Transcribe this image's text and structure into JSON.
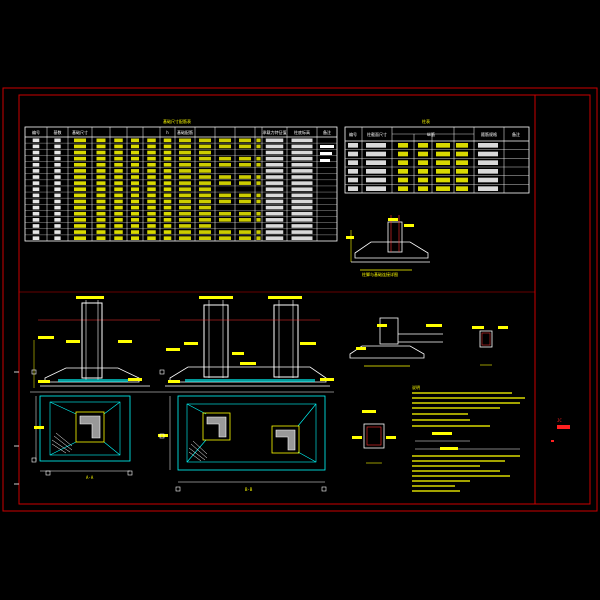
{
  "drawing": {
    "colors": {
      "background": "#000000",
      "frame": "#cc0000",
      "section": "#ffffff",
      "annotation": "#ffff00",
      "dimension": "#00ffff",
      "hatch": "#ffffff"
    },
    "titles": {
      "foundation_table": "基础尺寸配筋表",
      "column_table": "柱表",
      "detail_title": "柱脚与基础连接详图",
      "view_a": "A-A",
      "view_b": "B-B"
    },
    "foundation_table": {
      "headers": [
        "编号",
        "基数",
        "基础尺寸",
        "",
        "",
        "",
        "",
        "h",
        "基础配筋",
        "",
        "",
        "",
        "",
        "承载力特征值",
        "柱底标高",
        "备注"
      ],
      "row_count": 17
    },
    "column_table": {
      "headers": [
        "编号",
        "柱截面尺寸",
        "纵筋",
        "",
        "",
        "箍筋规格",
        "备注"
      ],
      "row_count": 6
    },
    "notes": {
      "heading": "说明"
    },
    "marks": {
      "red_tag": "JC"
    }
  }
}
